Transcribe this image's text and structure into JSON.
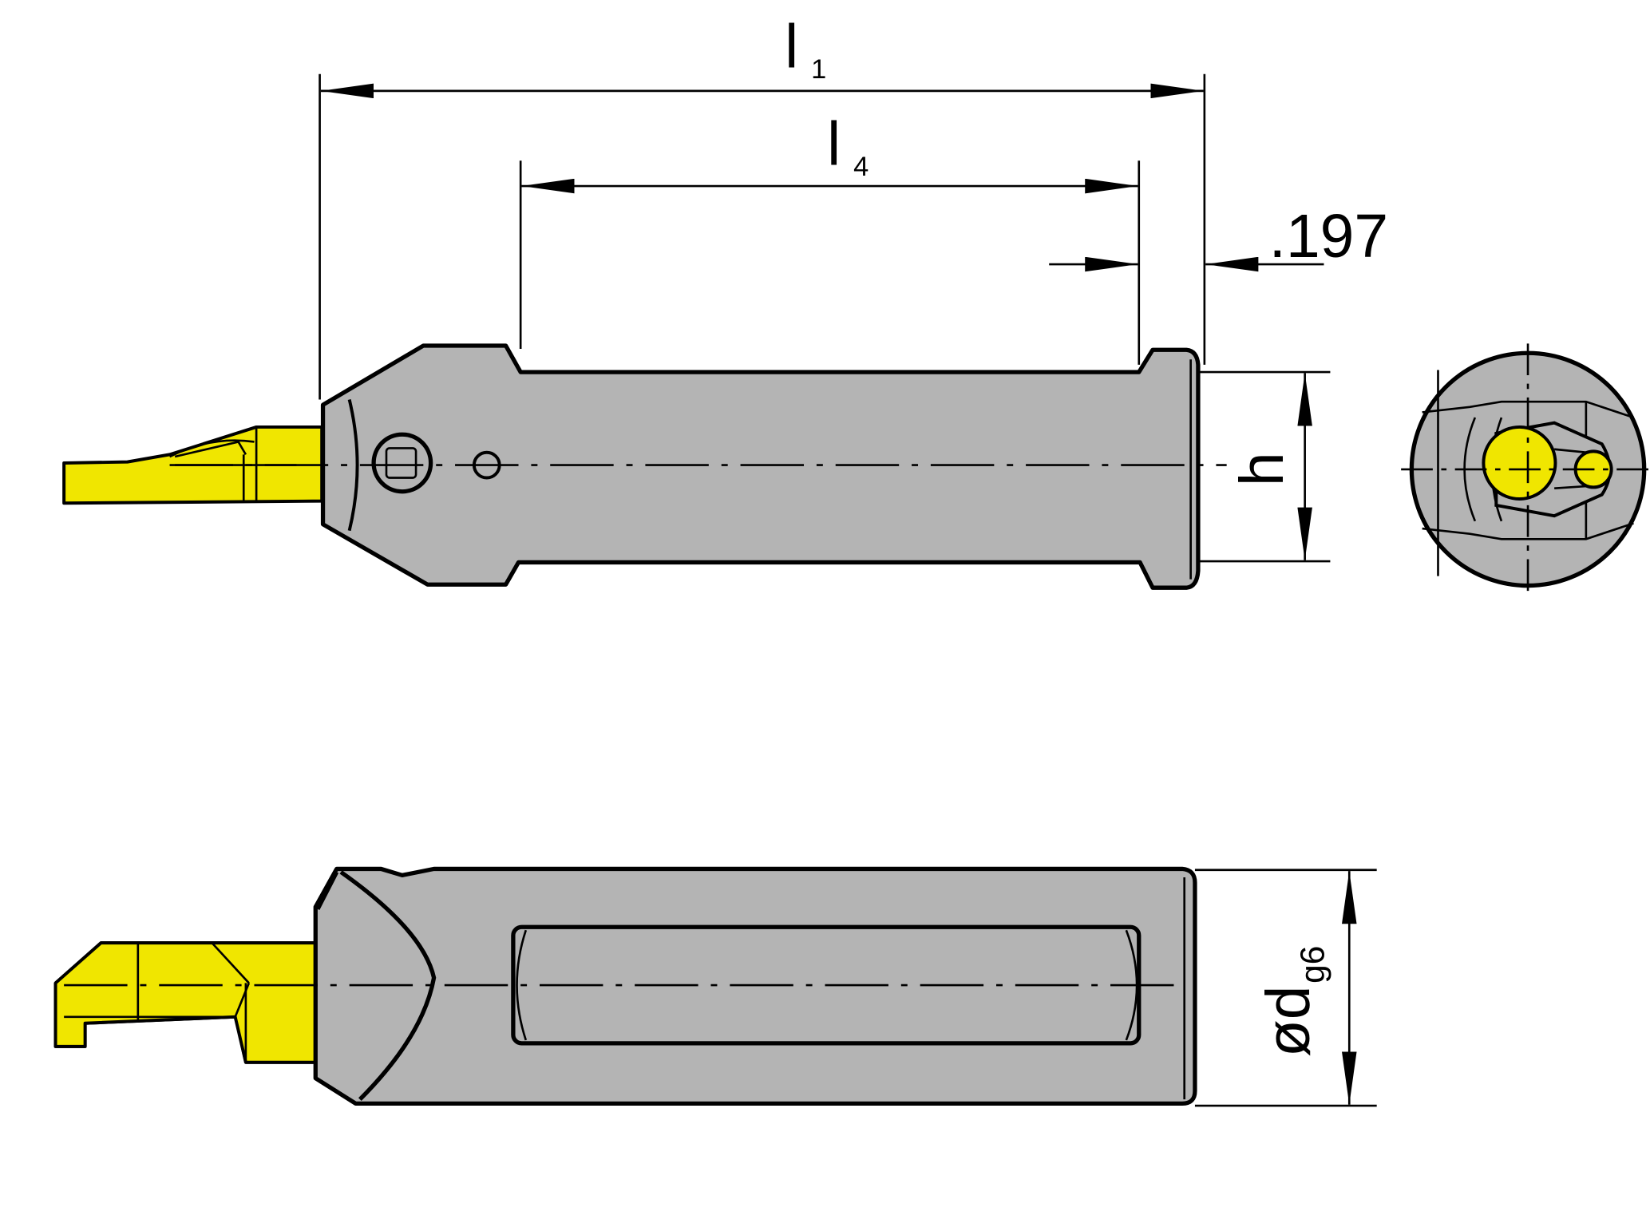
{
  "labels": {
    "l1_main": "l",
    "l1_sub": "1",
    "l4_main": "l",
    "l4_sub": "4",
    "dim_197": ".197",
    "h": "h",
    "d_main": "ød",
    "d_sub": "g6"
  },
  "colors": {
    "body": "#b4b4b4",
    "insert": "#f0e600",
    "outline": "#000000"
  }
}
